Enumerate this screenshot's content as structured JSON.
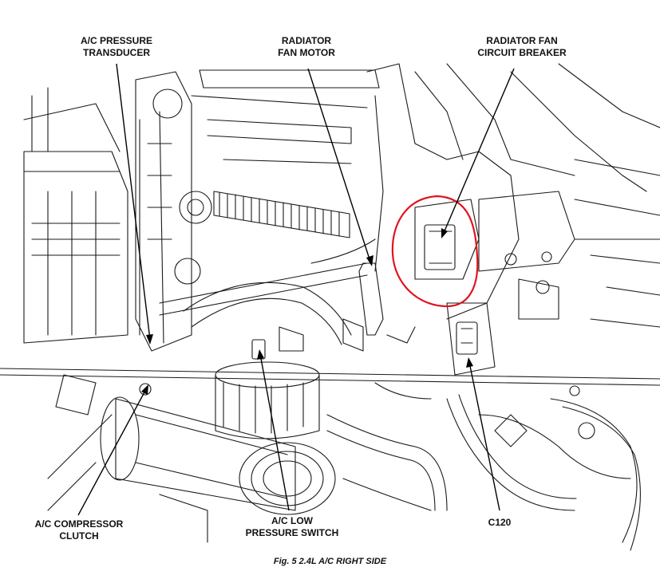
{
  "labels": {
    "ac_pressure_transducer": [
      "A/C PRESSURE",
      "TRANSDUCER"
    ],
    "radiator_fan_motor": [
      "RADIATOR",
      "FAN MOTOR"
    ],
    "radiator_fan_circuit_breaker": [
      "RADIATOR FAN",
      "CIRCUIT BREAKER"
    ],
    "ac_compressor_clutch": [
      "A/C COMPRESSOR",
      "CLUTCH"
    ],
    "ac_low_pressure_switch": [
      "A/C LOW",
      "PRESSURE SWITCH"
    ],
    "c120": [
      "C120"
    ]
  },
  "caption": "Fig. 5 2.4L A/C RIGHT SIDE",
  "colors": {
    "line": "#111111",
    "highlight": "#e0141e",
    "background": "#ffffff"
  }
}
